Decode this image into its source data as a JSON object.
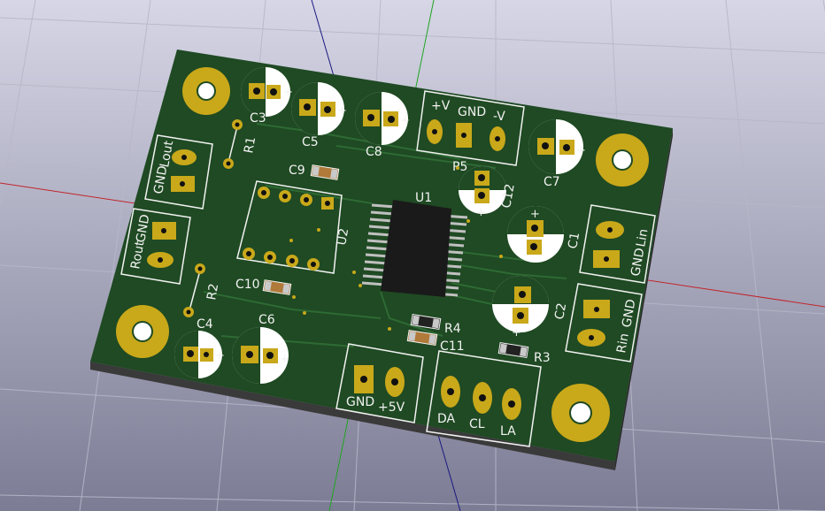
{
  "viewer": {
    "background_top": "#d6d6e6",
    "background_bottom": "#7c7c95",
    "board_color": "#1f4a23",
    "pad_color": "#c9a81a",
    "silk_color": "#f2f2f2"
  },
  "axes": {
    "x_axis_color": "#c0262a",
    "y_axis_color": "#1fa51f",
    "z_axis_color": "#1a1a80"
  },
  "labels": {
    "c3": "C3",
    "c5": "C5",
    "c8": "C8",
    "c7": "C7",
    "c9": "C9",
    "c10": "C10",
    "c4": "C4",
    "c6": "C6",
    "c11": "C11",
    "c12": "C12",
    "c1": "C1",
    "c2": "C2",
    "r1": "R1",
    "r2": "R2",
    "r3": "R3",
    "r4": "R4",
    "u1": "U1",
    "u2": "U2",
    "p5": "P5",
    "p5_pins": [
      "+V",
      "GND",
      "-V"
    ],
    "lout_gnd": "GND",
    "lout": "Lout",
    "rout_gnd": "GND",
    "rout": "Rout",
    "lin": "Lin",
    "lin_gnd": "GND",
    "rin_gnd": "GND",
    "rin": "Rin",
    "power_gnd": "GND",
    "power_5v": "+5V",
    "da": "DA",
    "cl": "CL",
    "la": "LA"
  }
}
